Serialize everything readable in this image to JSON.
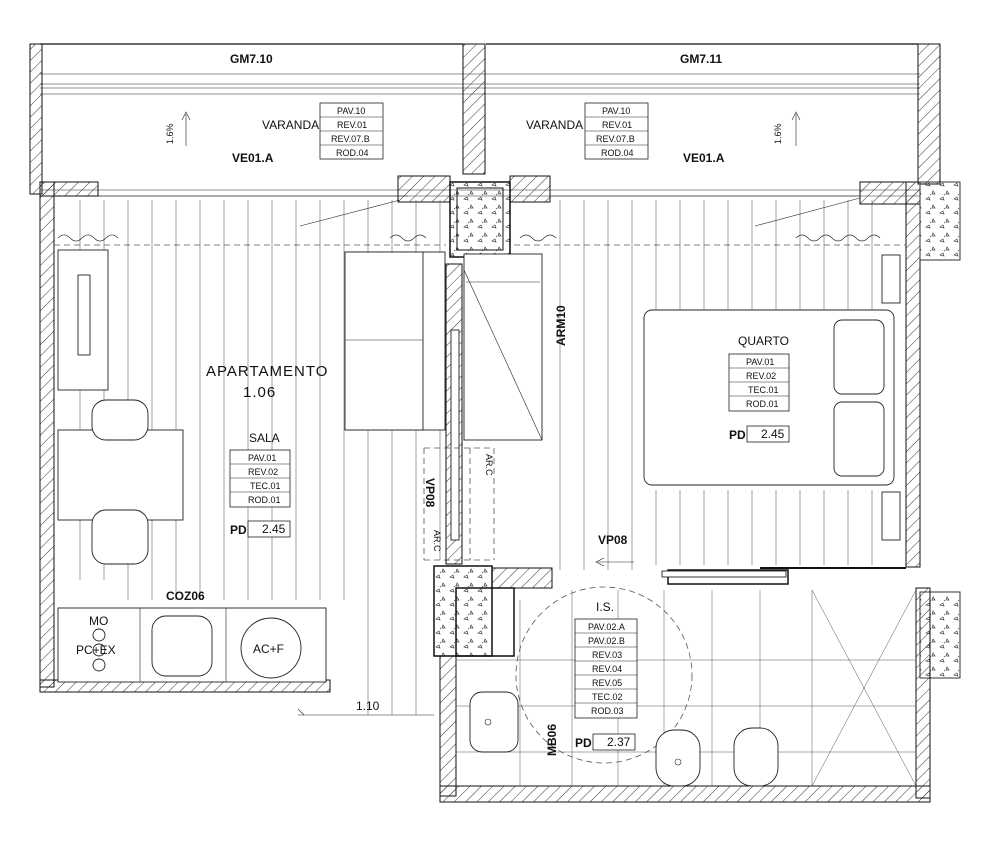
{
  "balconies": [
    {
      "grid": "GM7.10",
      "room": "VARANDA",
      "slope": "1.6%",
      "code": "VE01.A",
      "finishes": [
        "PAV.10",
        "REV.01",
        "REV.07.B",
        "ROD.04"
      ]
    },
    {
      "grid": "GM7.11",
      "room": "VARANDA",
      "slope": "1.6%",
      "code": "VE01.A",
      "finishes": [
        "PAV.10",
        "REV.01",
        "REV.07.B",
        "ROD.04"
      ]
    }
  ],
  "apartment": {
    "name": "APARTAMENTO",
    "number": "1.06"
  },
  "sala": {
    "name": "SALA",
    "finishes": [
      "PAV.01",
      "REV.02",
      "TEC.01",
      "ROD.01"
    ],
    "pd_label": "PD",
    "pd_value": "2.45"
  },
  "quarto": {
    "name": "QUARTO",
    "finishes": [
      "PAV.01",
      "REV.02",
      "TEC.01",
      "ROD.01"
    ],
    "pd_label": "PD",
    "pd_value": "2.45"
  },
  "is": {
    "name": "I.S.",
    "finishes": [
      "PAV.02.A",
      "PAV.02.B",
      "REV.03",
      "REV.04",
      "REV.05",
      "TEC.02",
      "ROD.03"
    ],
    "pd_label": "PD",
    "pd_value": "2.37"
  },
  "kitchen": {
    "code": "COZ06",
    "mo": "MO",
    "pcex": "PC+EX",
    "acf": "AC+F"
  },
  "labels": {
    "arm": "ARM10",
    "vp_vertical": "VP08",
    "vp_horizontal": "VP08",
    "arc1": "AR.C",
    "arc2": "AR.C",
    "mb": "MB06",
    "dim": "1.10"
  }
}
